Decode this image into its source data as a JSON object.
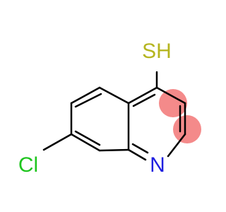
{
  "molecule": {
    "atoms": {
      "sulfur": {
        "label": "SH",
        "color": "#b5b520"
      },
      "chlorine": {
        "label": "Cl",
        "color": "#1fc51f"
      },
      "nitrogen": {
        "label": "N",
        "color": "#1f1fe0"
      }
    },
    "bond_color": "#000000",
    "highlight_color": "#f48a8a"
  }
}
